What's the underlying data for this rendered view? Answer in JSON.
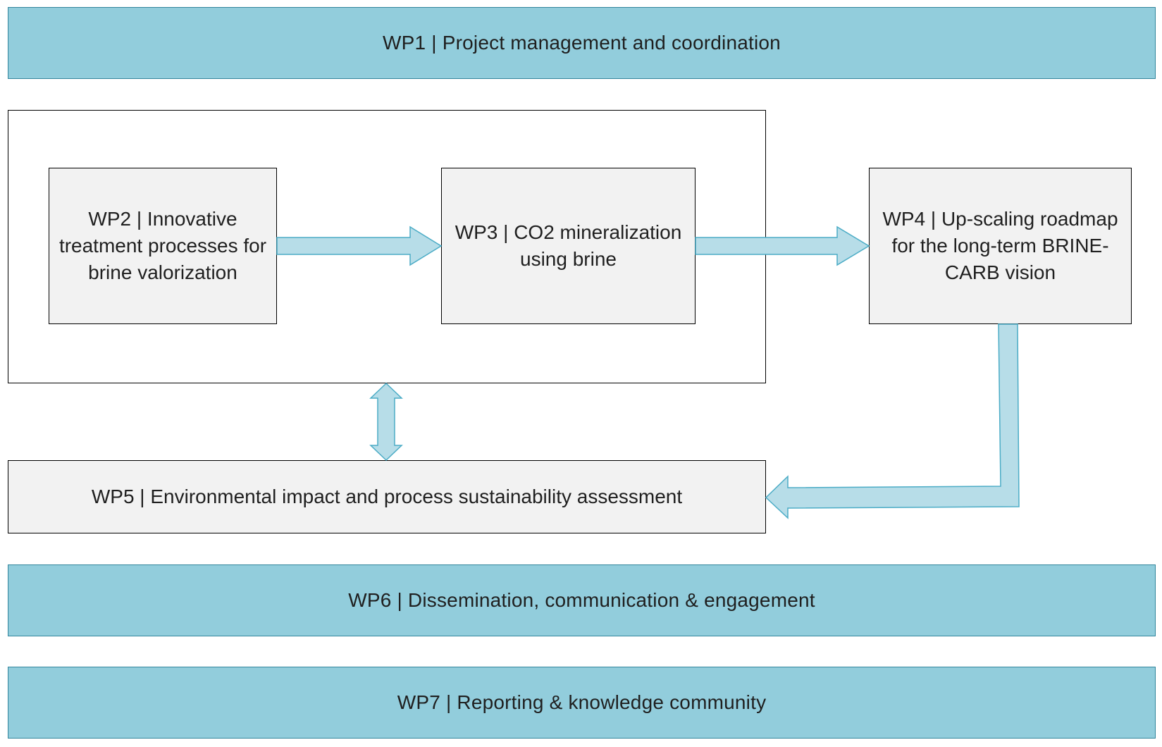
{
  "wp1": {
    "label": "WP1 | Project management and coordination"
  },
  "wp2": {
    "label": "WP2 | Innovative treatment processes for brine valorization"
  },
  "wp3": {
    "label": "WP3 | CO2 mineralization using brine"
  },
  "wp4": {
    "label": "WP4 | Up-scaling roadmap for the long-term BRINE-CARB vision"
  },
  "wp5": {
    "label": "WP5 | Environmental impact and process sustainability assessment"
  },
  "wp6": {
    "label": "WP6 | Dissemination, communication & engagement"
  },
  "wp7": {
    "label": "WP7 | Reporting & knowledge community"
  },
  "colors": {
    "band_fill": "#92cddc",
    "band_border": "#31859c",
    "box_fill": "#f2f2f2",
    "arrow_fill": "#b7dde8",
    "arrow_stroke": "#4bacc6"
  }
}
